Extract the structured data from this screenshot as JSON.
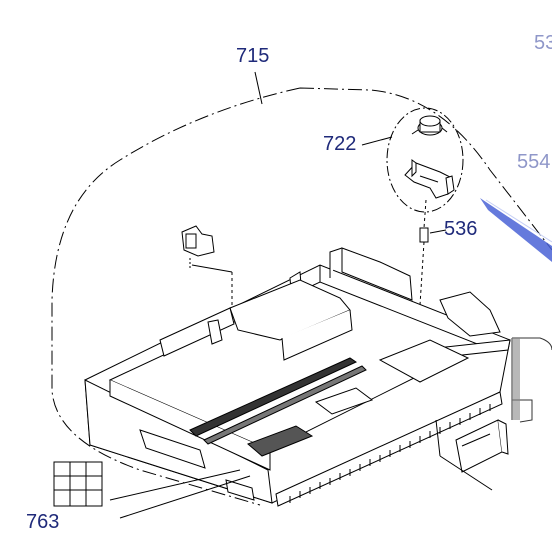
{
  "diagram": {
    "part_labels": {
      "tray_assembly": "715",
      "pickup_roller_assembly": "722",
      "small_pin": "536",
      "right_edge_top": "53",
      "right_edge_mid": "554",
      "bottom_left_partial": "763"
    },
    "colors": {
      "primary_label": "#1f2a7a",
      "faded_label": "#8f97c9",
      "line": "#000000",
      "blue_accent": "#4a63d6"
    }
  }
}
